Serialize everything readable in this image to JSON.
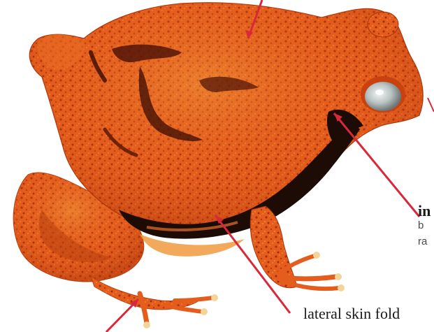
{
  "labels": {
    "lateral_skin_fold": {
      "title": "lateral skin fold",
      "subtitle": ""
    },
    "right_label": {
      "title": "in",
      "line1": "b",
      "line2": "ra"
    }
  },
  "colors": {
    "body_orange": "#e8601e",
    "body_dark_orange": "#c9410f",
    "body_light": "#f4a040",
    "spot_dark": "#8a1f08",
    "stripe_black": "#1c0c05",
    "leader_red": "#d8283a",
    "toe_tip": "#f3d59a",
    "eye_iris": "#c9d1cf"
  }
}
